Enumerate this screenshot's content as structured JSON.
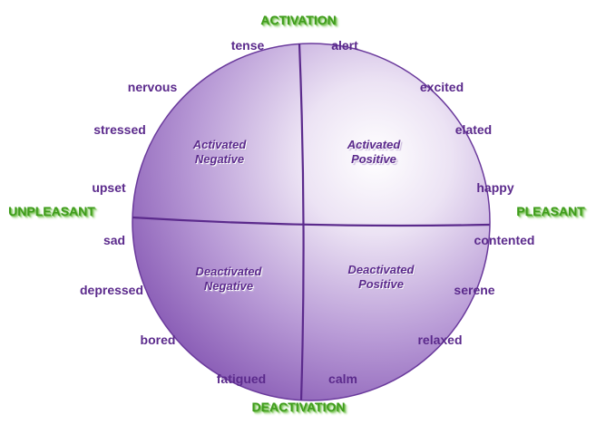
{
  "axes": {
    "top": "ACTIVATION",
    "bottom": "DEACTIVATION",
    "left": "UNPLEASANT",
    "right": "PLEASANT"
  },
  "quadrants": {
    "top_left": [
      "Activated",
      "Negative"
    ],
    "top_right": [
      "Activated",
      "Positive"
    ],
    "bottom_left": [
      "Deactivated",
      "Negative"
    ],
    "bottom_right": [
      "Deactivated",
      "Positive"
    ]
  },
  "emotions": [
    "tense",
    "alert",
    "nervous",
    "excited",
    "stressed",
    "elated",
    "upset",
    "happy",
    "sad",
    "contented",
    "depressed",
    "serene",
    "bored",
    "relaxed",
    "fatigued",
    "calm"
  ],
  "colors": {
    "text": "#5b2a8c",
    "axis": "#3f9c1c",
    "sphere_dark": "#7d4fad",
    "sphere_light": "#ffffff"
  }
}
